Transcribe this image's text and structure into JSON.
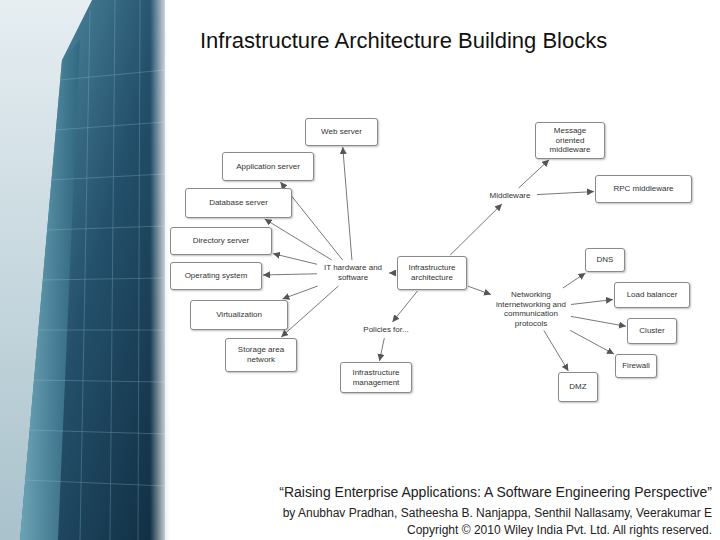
{
  "diagram": {
    "title": "Infrastructure Architecture Building Blocks",
    "caption": "“Raising Enterprise Applications: A Software Engineering Perspective”",
    "nodes": [
      {
        "text": [
          "Web server"
        ]
      },
      {
        "text": [
          "Message oriented middleware"
        ]
      },
      {
        "text": [
          "Application server"
        ]
      },
      {
        "text": [
          "RPC middleware"
        ]
      },
      {
        "text": [
          "Middleware"
        ]
      },
      {
        "text": [
          "Database server"
        ]
      },
      {
        "text": [
          "Directory server"
        ]
      },
      {
        "text": [
          "DNS"
        ]
      },
      {
        "text": [
          "Infrastructure architecture"
        ]
      },
      {
        "text": [
          "IT hardware and software"
        ]
      },
      {
        "text": [
          "Operating system"
        ]
      },
      {
        "text": [
          "Load balancer"
        ]
      },
      {
        "text": [
          "Networking internetworking and communication protocols"
        ]
      },
      {
        "text": [
          "Virtualization"
        ]
      },
      {
        "text": [
          "Policies for..."
        ]
      },
      {
        "text": [
          "Cluster"
        ]
      },
      {
        "text": [
          "Storage area network"
        ]
      },
      {
        "text": [
          "Firewall"
        ]
      },
      {
        "text": [
          "Infrastructure management"
        ]
      },
      {
        "text": [
          "DMZ"
        ]
      }
    ],
    "edges": [
      {
        "from": 8,
        "to": 9,
        "arrow": "to"
      },
      {
        "from": 8,
        "to": 4,
        "arrow": "to"
      },
      {
        "from": 8,
        "to": 12,
        "arrow": "to"
      },
      {
        "from": 8,
        "to": 14,
        "arrow": "to"
      },
      {
        "from": 9,
        "to": 0,
        "arrow": "to"
      },
      {
        "from": 9,
        "to": 2,
        "arrow": "to"
      },
      {
        "from": 9,
        "to": 5,
        "arrow": "to"
      },
      {
        "from": 9,
        "to": 6,
        "arrow": "to"
      },
      {
        "from": 9,
        "to": 10,
        "arrow": "to"
      },
      {
        "from": 9,
        "to": 13,
        "arrow": "to"
      },
      {
        "from": 9,
        "to": 16,
        "arrow": "to"
      },
      {
        "from": 4,
        "to": 1,
        "arrow": "to"
      },
      {
        "from": 4,
        "to": 3,
        "arrow": "to"
      },
      {
        "from": 12,
        "to": 7,
        "arrow": "to"
      },
      {
        "from": 12,
        "to": 11,
        "arrow": "to"
      },
      {
        "from": 12,
        "to": 15,
        "arrow": "to"
      },
      {
        "from": 12,
        "to": 17,
        "arrow": "to"
      },
      {
        "from": 12,
        "to": 19,
        "arrow": "to"
      },
      {
        "from": 14,
        "to": 18,
        "arrow": "to"
      }
    ],
    "labels": [
      "by Anubhav Pradhan, Satheesha B. Nanjappa, Senthil Nallasamy, Veerakumar E",
      "Copyright © 2010 Wiley India Pvt. Ltd. All rights reserved."
    ]
  }
}
